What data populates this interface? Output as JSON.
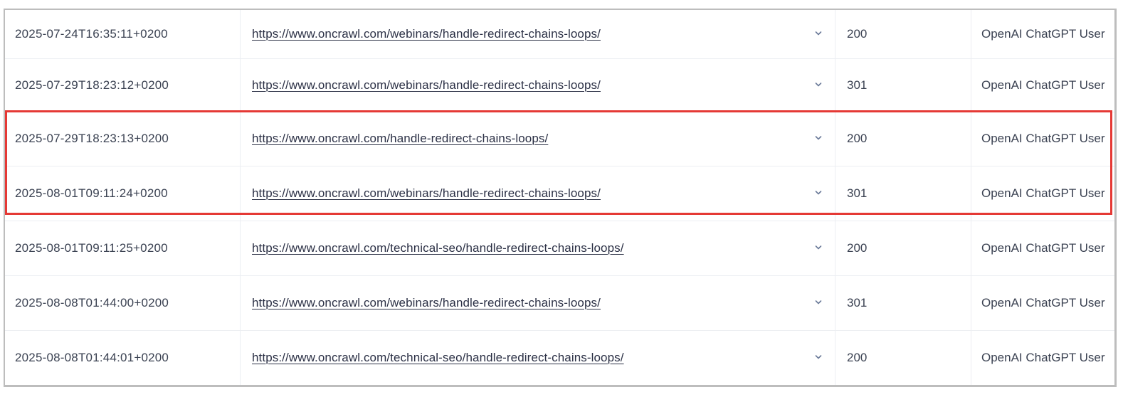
{
  "table": {
    "rows": [
      {
        "timestamp": "2025-07-24T16:35:11+0200",
        "url": "https://www.oncrawl.com/webinars/handle-redirect-chains-loops/",
        "expand_icon": "chevron-down-icon",
        "status": "200",
        "bot": "OpenAI ChatGPT User",
        "highlighted": false
      },
      {
        "timestamp": "2025-07-29T18:23:12+0200",
        "url": "https://www.oncrawl.com/webinars/handle-redirect-chains-loops/",
        "expand_icon": "chevron-down-icon",
        "status": "301",
        "bot": "OpenAI ChatGPT User",
        "highlighted": false
      },
      {
        "timestamp": "2025-07-29T18:23:13+0200",
        "url": "https://www.oncrawl.com/handle-redirect-chains-loops/",
        "expand_icon": "chevron-down-icon",
        "status": "200",
        "bot": "OpenAI ChatGPT User",
        "highlighted": true
      },
      {
        "timestamp": "2025-08-01T09:11:24+0200",
        "url": "https://www.oncrawl.com/webinars/handle-redirect-chains-loops/",
        "expand_icon": "chevron-down-icon",
        "status": "301",
        "bot": "OpenAI ChatGPT User",
        "highlighted": true
      },
      {
        "timestamp": "2025-08-01T09:11:25+0200",
        "url": "https://www.oncrawl.com/technical-seo/handle-redirect-chains-loops/",
        "expand_icon": "chevron-down-icon",
        "status": "200",
        "bot": "OpenAI ChatGPT User",
        "highlighted": false
      },
      {
        "timestamp": "2025-08-08T01:44:00+0200",
        "url": "https://www.oncrawl.com/webinars/handle-redirect-chains-loops/",
        "expand_icon": "chevron-down-icon",
        "status": "301",
        "bot": "OpenAI ChatGPT User",
        "highlighted": false
      },
      {
        "timestamp": "2025-08-08T01:44:01+0200",
        "url": "https://www.oncrawl.com/technical-seo/handle-redirect-chains-loops/",
        "expand_icon": "chevron-down-icon",
        "status": "200",
        "bot": "OpenAI ChatGPT User",
        "highlighted": false
      }
    ]
  },
  "colors": {
    "text": "#3b4252",
    "link": "#2b3045",
    "chevron": "#6b7a99",
    "grid": "#eceef2",
    "outer_border": "#bdbdbd",
    "highlight": "#e53935"
  }
}
